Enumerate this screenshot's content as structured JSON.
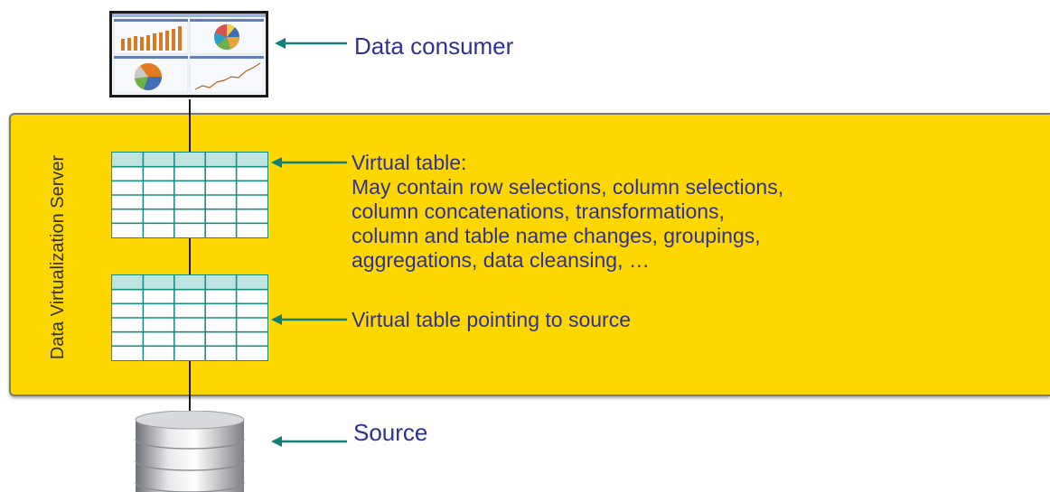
{
  "consumer_label": "Data consumer",
  "server_label": "Data Virtualization Server",
  "virtual_table": {
    "title": "Virtual table:",
    "lines": [
      "May contain row selections, column selections,",
      "column concatenations, transformations,",
      "column and table name changes, groupings,",
      "aggregations, data cleansing, …"
    ]
  },
  "source_table_label": "Virtual table pointing to source",
  "source_label": "Source",
  "colors": {
    "band": "#FFD700",
    "text": "#2E3192",
    "arrow": "#0f7f79",
    "table_grid": "#178f86",
    "table_header": "#bfe3df"
  },
  "icons": [
    "dashboard-monitor-icon",
    "virtual-table-icon",
    "database-icon",
    "left-arrow-icon"
  ]
}
